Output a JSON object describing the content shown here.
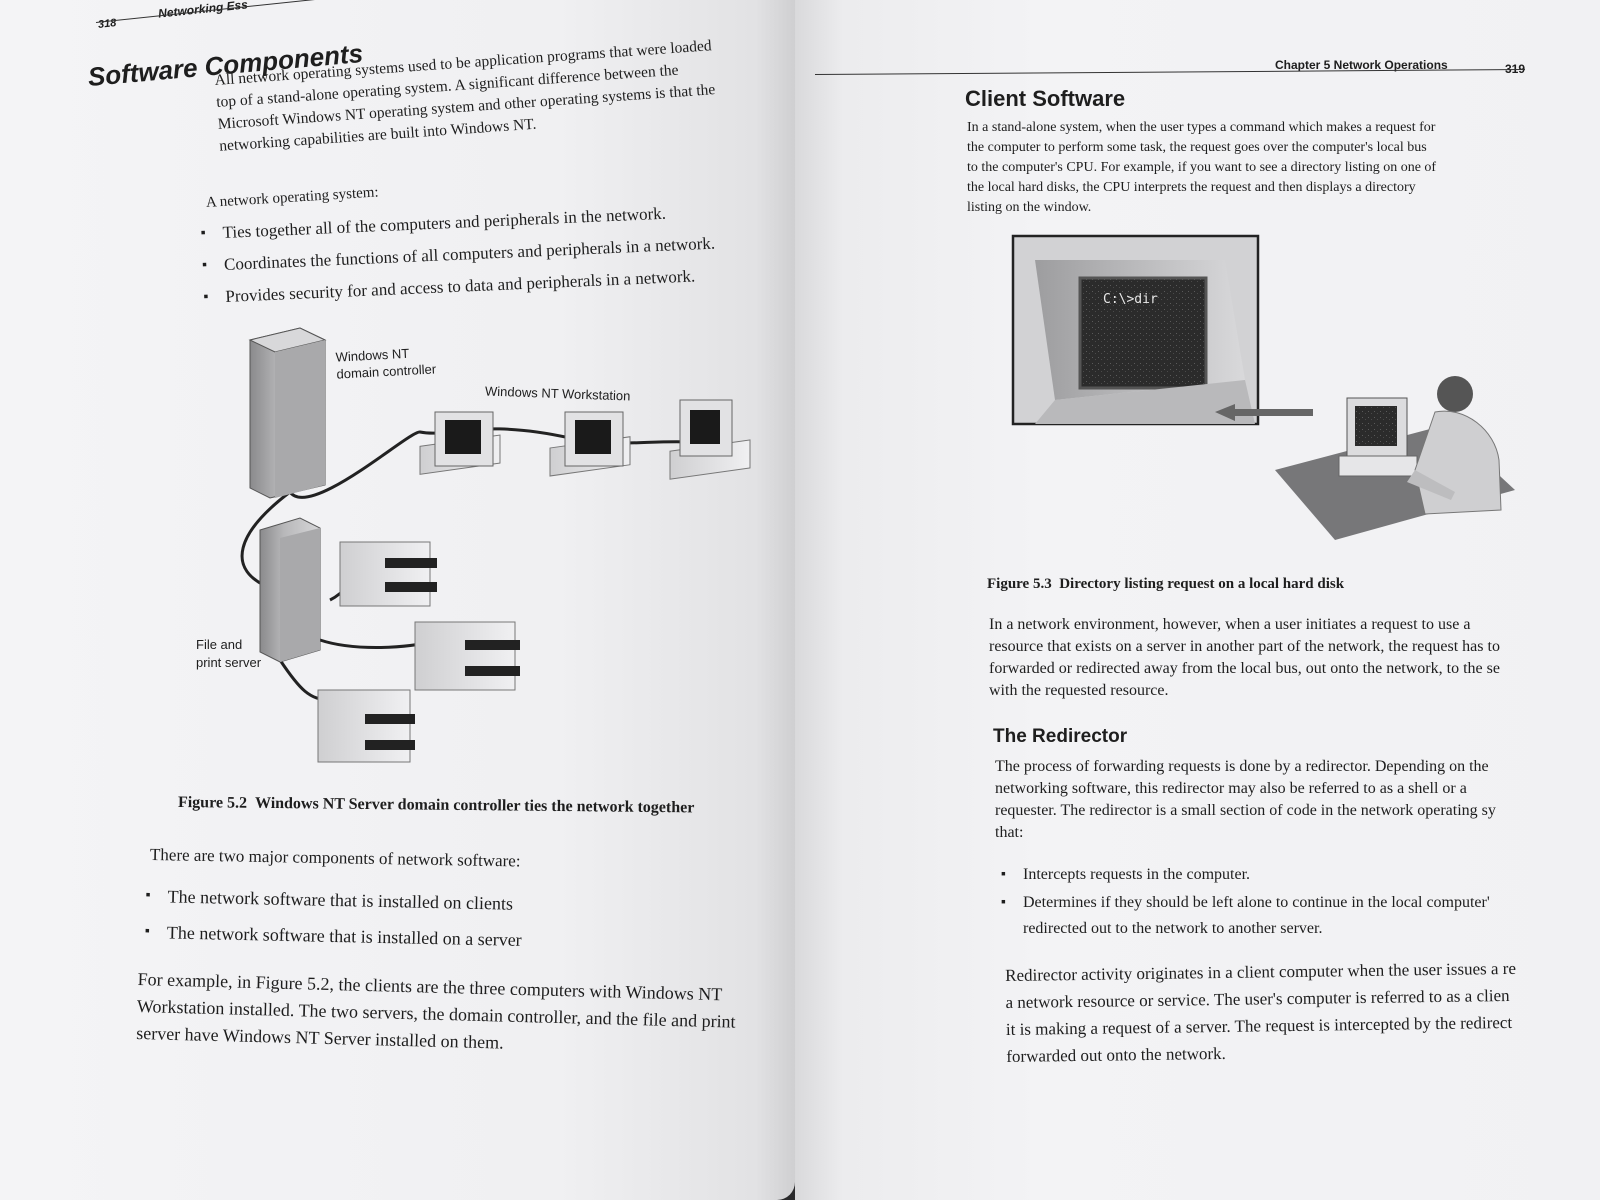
{
  "left_page": {
    "page_number": "318",
    "running_head": "Networking Ess",
    "heading": "Software Components",
    "intro_lines": [
      "All network operating systems used to be application programs that were loaded",
      "top of a stand-alone operating system. A significant difference between the",
      "Microsoft Windows NT operating system and other operating systems is that the",
      "networking capabilities are built into Windows NT."
    ],
    "nos_lead": "A network operating system:",
    "nos_bullets": [
      "Ties together all of the computers and peripherals in the network.",
      "Coordinates the functions of all computers and peripherals in a network.",
      "Provides security for and access to data and peripherals in a network."
    ],
    "figure": {
      "label_domain_controller_1": "Windows NT",
      "label_domain_controller_2": "domain controller",
      "label_workstation": "Windows NT Workstation",
      "label_file_server_1": "File and",
      "label_file_server_2": "print server",
      "caption_number": "Figure 5.2",
      "caption_text": "Windows NT Server domain controller ties the network together"
    },
    "components_lead": "There are two major components of network software:",
    "components_bullets": [
      "The network software that is installed on clients",
      "The network software that is installed on a server"
    ],
    "example_lines": [
      "For example, in Figure 5.2, the clients are the three computers with Windows NT",
      "Workstation installed. The two servers, the domain controller, and the file and print",
      "server have Windows NT Server installed on them."
    ]
  },
  "right_page": {
    "running_head": "Chapter 5  Network Operations",
    "page_number": "319",
    "heading": "Client Software",
    "client_lines": [
      "In a stand-alone system, when the user types a command which makes a request for",
      "the computer to perform some task, the request goes over the computer's local bus",
      "to the computer's CPU. For example, if you want to see a directory listing on one of",
      "the local hard disks, the CPU interprets the request and then displays a directory",
      "listing on the window."
    ],
    "figure": {
      "screen_text": "C:\\>dir",
      "caption_number": "Figure 5.3",
      "caption_text": "Directory listing request on a local hard disk"
    },
    "network_lines": [
      "In a network environment, however, when a user initiates a request to use a",
      "resource that exists on a server in another part of the network, the request has to",
      "forwarded or redirected away from the local bus, out onto the network, to the se",
      "with the requested resource."
    ],
    "subheading": "The Redirector",
    "redirector_lines": [
      "The process of forwarding requests is done by a redirector. Depending on the",
      "networking software, this redirector may also be referred to as a shell or a",
      "requester. The redirector is a small section of code in the network operating sy",
      "that:"
    ],
    "redirector_bullets": [
      "Intercepts requests in the computer.",
      "Determines if they should be left alone to continue in the local computer'",
      "redirected out to the network to another server."
    ],
    "activity_lines": [
      "Redirector activity originates in a client computer when the user issues a re",
      "a network resource or service. The user's computer is referred to as a clien",
      "it is making a request of a server. The request is intercepted by the redirect",
      "forwarded out onto the network."
    ]
  }
}
